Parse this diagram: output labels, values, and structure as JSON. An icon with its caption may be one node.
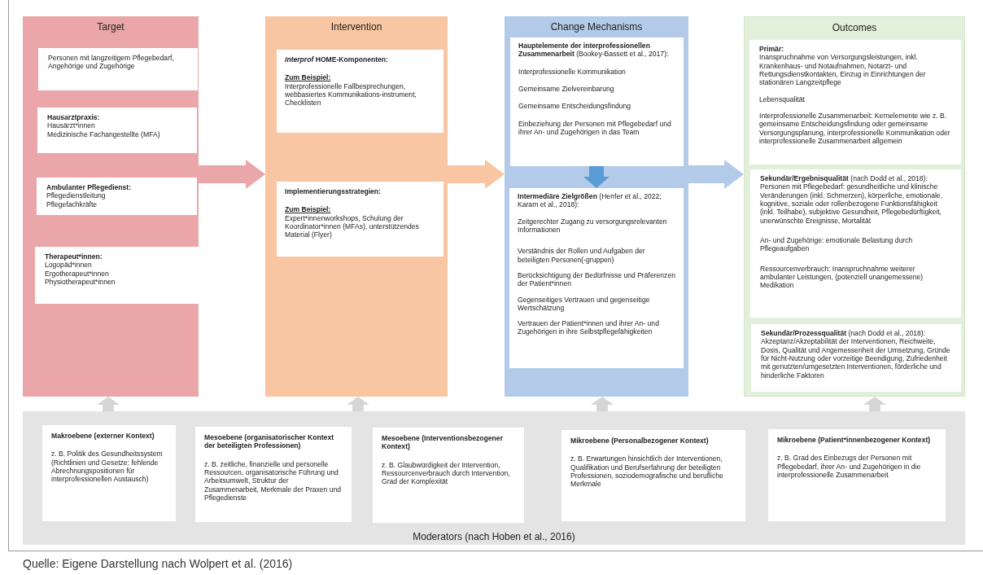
{
  "diagram": {
    "caption": "Quelle: Eigene Darstellung nach Wolpert et al. (2016)",
    "nodes": [
      {
        "text": [
          "Target"
        ]
      },
      {
        "text": [
          "Personen mit langzeitigem Pflegebedarf, Angehörige und Zugehörige"
        ],
        "in": 0
      },
      {
        "text": [
          "Hausarztpraxis:",
          "Hausärzt*innen",
          "Medizinische Fachangestellte (MFA)"
        ],
        "in": 0
      },
      {
        "text": [
          "Ambulanter Pflegedienst:",
          "Pflegedienstleitung",
          "Pflegefachkräfte"
        ],
        "in": 0
      },
      {
        "text": [
          "Therapeut*innen:",
          "Logopäd*innen",
          "Ergotherapeut*innen",
          "Physiotherapeut*innen"
        ],
        "in": 0
      },
      {
        "text": [
          "Intervention"
        ]
      },
      {
        "text": [
          "*Interprof* HOME-Komponenten:",
          "Zum Beispiel:",
          "Interprofessionelle Fallbesprechungen, webbasiertes Kommunikations-instrument, Checklisten"
        ],
        "in": 5
      },
      {
        "text": [
          "Implementierungsstrategien:",
          "Zum Beispiel:",
          "Expert*innenworkshops, Schulung der Koordinator*innen (MFAs), unterstützendes Material (Flyer)"
        ],
        "in": 5
      },
      {
        "text": [
          "Change Mechanisms"
        ]
      },
      {
        "text": [
          "**Hauptelemente der interprofessionellen Zusammenarbeit** (Bookey-Bassett et al., 2017):",
          "Interprofessionelle Kommunikation",
          "Gemeinsame Zielvereinbarung",
          "Gemeinsame Entscheidungsfindung",
          "Einbeziehung der Personen mit Pflegebedarf und ihrer An- und Zugehörigen in das Team"
        ],
        "in": 8
      },
      {
        "text": [
          "**Intermediäre Zielgrößen** (Herrler et al., 2022; Karam et al., 2018):",
          "Zeitgerechter Zugang zu versorgungsrelevanten Informationen",
          "Verständnis der Rollen und Aufgaben der beteiligten Personen(-gruppen)",
          "Berücksichtigung der Bedürfnisse und Präferenzen der Patient*innen",
          "Gegenseitiges Vertrauen und gegenseitige Wertschätzung",
          "Vertrauen der Patient*innen und ihrer An- und Zugehörigen in ihre Selbstpflegefähigkeiten"
        ],
        "in": 8
      },
      {
        "text": [
          "Outcomes"
        ]
      },
      {
        "text": [
          "Primär:",
          "Inanspruchnahme von Versorgungsleistungen, inkl. Krankenhaus- und Notaufnahmen, Notarzt- und Rettungsdienstkontakten, Einzug in Einrichtungen der stationären Langzeitpflege",
          "Lebensqualität",
          "Interprofessionelle Zusammenarbeit: Kernelemente wie z. B. gemeinsame Entscheidungsfindung oder gemeinsame Versorgungsplanung, interprofessionelle Kommunikation oder interprofessionelle Zusammenarbeit allgemein"
        ],
        "in": 11
      },
      {
        "text": [
          "**Sekundär/Ergebnisqualität** (nach Dodd et al., 2018):",
          "Personen mit Pflegebedarf: gesundheitliche und klinische Veränderungen (inkl. Schmerzen), körperliche, emotionale, kognitive, soziale oder rollenbezogene Funktionsfähigkeit (inkl. Teilhabe), subjektive Gesundheit, Pflegebedürftigkeit, unerwünschte Ereignisse, Mortalität",
          "An- und Zugehörige: emotionale Belastung durch Pflegeaufgaben",
          "Ressourcenverbrauch: Inanspruchnahme weiterer ambulanter Leistungen, (potenziell unangemessene) Medikation"
        ],
        "in": 11
      },
      {
        "text": [
          "**Sekundär/Prozessqualität** (nach Dodd et al., 2018):",
          "Akzeptanz/Akzeptabilität der Interventionen, Reichweite, Dosis, Qualität und Angemessenheit der Umsetzung, Gründe für Nicht-Nutzung oder vorzeitige Beendigung, Zufriedenheit mit genutzten/umgesetzten Interventionen, förderliche und hinderliche Faktoren"
        ],
        "in": 11
      },
      {
        "text": [
          "Moderators (nach Hoben et al., 2016)"
        ]
      },
      {
        "text": [
          "Makroebene (externer Kontext)",
          "z. B. Politik des Gesundheitssystem (Richtlinien und Gesetze: fehlende Abrechnungspositionen für interprofessionellen Austausch)"
        ],
        "in": 15
      },
      {
        "text": [
          "Mesoebene (organisatorischer Kontext der beteiligten Professionen)",
          "z. B. zeitliche, finanzielle und personelle Ressourcen, organisatorische Führung und Arbeitsumwelt, Struktur der Zusammenarbeit, Merkmale der Praxen und Pflegedienste"
        ],
        "in": 15
      },
      {
        "text": [
          "Mesoebene (Interventionsbezogener Kontext)",
          "z. B. Glaubwürdigkeit der Intervention, Ressourcenverbrauch durch Intervention, Grad der Komplexität"
        ],
        "in": 15
      },
      {
        "text": [
          "Mikroebene (Personalbezogener Kontext)",
          "z. B. Erwartungen hinsichtlich der Interventionen, Qualifikation und Berufserfahrung der beteiligten Professionen, soziodemografische und berufliche Merkmale"
        ],
        "in": 15
      },
      {
        "text": [
          "Mikroebene (Patient*innenbezogener Kontext)",
          "z. B. Grad des Einbezugs der Personen mit Pflegebedarf, ihrer An- und Zugehörigen in die interprofessionelle Zusammenarbeit"
        ],
        "in": 15
      }
    ],
    "edges": [
      {
        "from": 0,
        "to": 5,
        "arrow": "to",
        "color": "#eaa6a8"
      },
      {
        "from": 5,
        "to": 8,
        "arrow": "to",
        "color": "#f8c6a2"
      },
      {
        "from": 8,
        "to": 11,
        "arrow": "to",
        "color": "#b3cbe9"
      },
      {
        "from": 9,
        "to": 10,
        "arrow": "to",
        "color": "#5b9bd5"
      },
      {
        "from": 15,
        "to": 0,
        "arrow": "to"
      },
      {
        "from": 15,
        "to": 5,
        "arrow": "to"
      },
      {
        "from": 15,
        "to": 8,
        "arrow": "to"
      },
      {
        "from": 15,
        "to": 11,
        "arrow": "to"
      }
    ]
  }
}
